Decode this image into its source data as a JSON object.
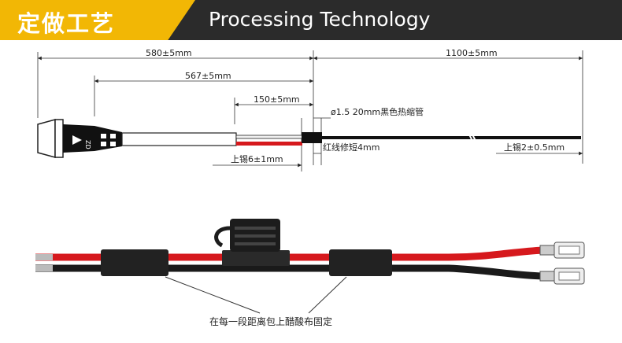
{
  "header": {
    "tag_label": "定做工艺",
    "title": "Processing Technology"
  },
  "top_diagram": {
    "dim_total_left": "580±5mm",
    "dim_total_right": "1100±5mm",
    "dim_inner": "567±5mm",
    "dim_short": "150±5mm",
    "heat_shrink": "ø1.5 20mm黑色热缩管",
    "red_trim": "红线修短4mm",
    "tin_left": "上锡6±1mm",
    "tin_right": "上锡2±0.5mm",
    "connector_mark": "ZD"
  },
  "bottom_diagram": {
    "caption": "在每一段距离包上醋酸布固定"
  },
  "colors": {
    "banner_dark": "#2b2b2b",
    "banner_accent": "#f2b705",
    "wire_red": "#d6191d",
    "wire_black": "#1a1a1a"
  }
}
